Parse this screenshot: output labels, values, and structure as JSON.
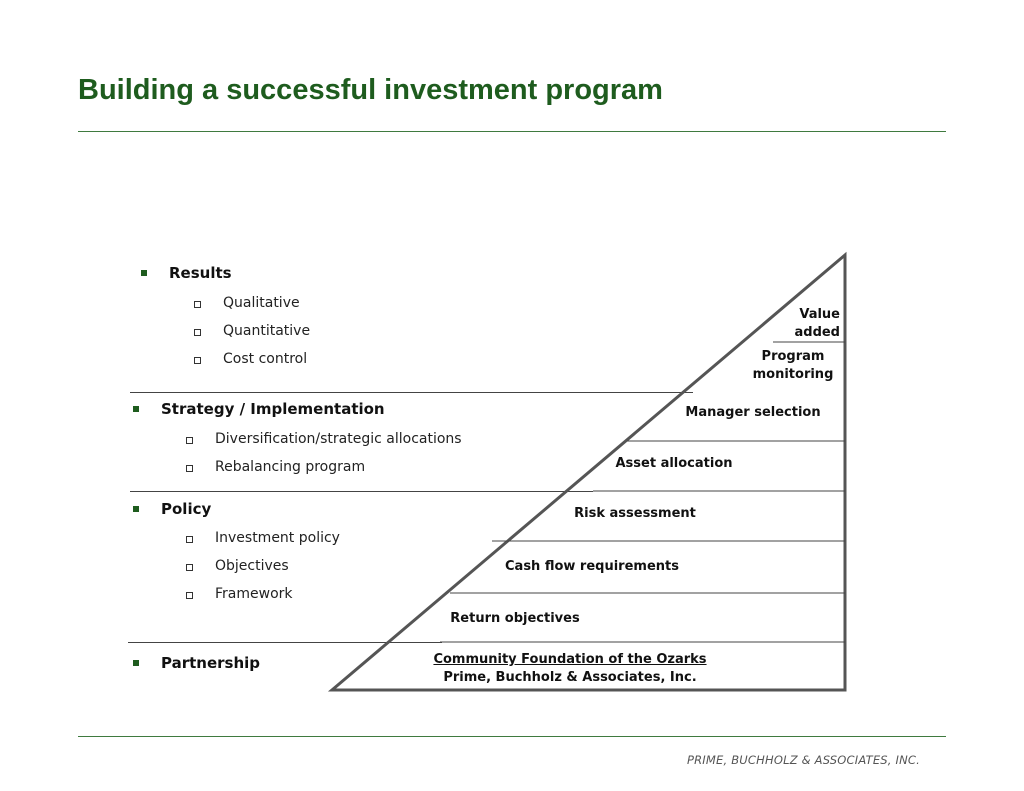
{
  "title": "Building a successful investment program",
  "footer": "PRIME, BUCHHOLZ & ASSOCIATES, INC.",
  "sections": {
    "results": {
      "label": "Results",
      "items": [
        "Qualitative",
        "Quantitative",
        "Cost control"
      ]
    },
    "strategy": {
      "label": "Strategy / Implementation",
      "items": [
        "Diversification/strategic allocations",
        "Rebalancing program"
      ]
    },
    "policy": {
      "label": "Policy",
      "items": [
        "Investment policy",
        "Objectives",
        "Framework"
      ]
    },
    "partnership": {
      "label": "Partnership"
    }
  },
  "pyramid": {
    "value_added_1": "Value",
    "value_added_2": "added",
    "program_monitoring_1": "Program",
    "program_monitoring_2": "monitoring",
    "manager_selection": "Manager selection",
    "asset_allocation": "Asset allocation",
    "risk_assessment": "Risk assessment",
    "cash_flow": "Cash flow requirements",
    "return_objectives": "Return objectives",
    "base_line1": "Community Foundation of the Ozarks",
    "base_line2": "Prime, Buchholz & Associates, Inc."
  },
  "colors": {
    "title": "#1e5c1e",
    "rule": "#3f7a3f",
    "bullet": "#1e5c1e",
    "triangle": "#555555"
  }
}
